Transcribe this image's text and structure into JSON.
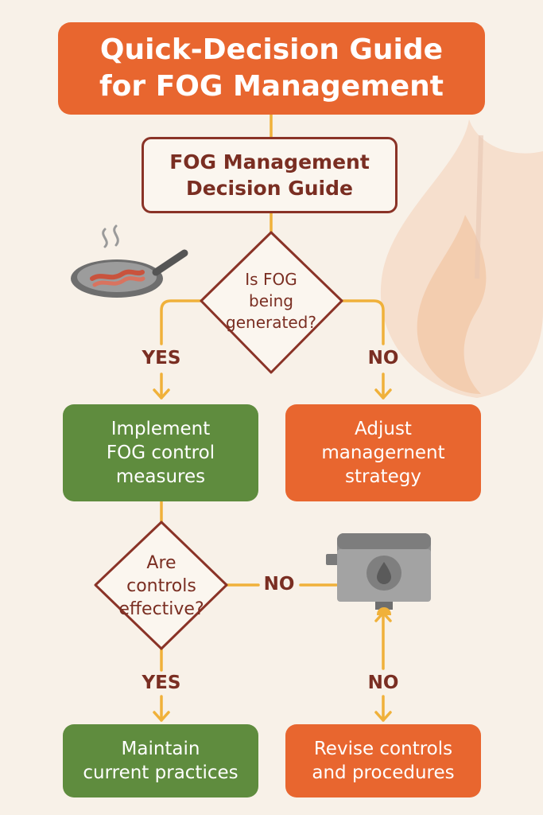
{
  "title": {
    "line1": "Quick-Decision Guide",
    "line2": "for FOG Management"
  },
  "subtitle": {
    "line1": "FOG Management",
    "line2": "Decision Guide"
  },
  "decision1": {
    "line1": "Is FOG",
    "line2": "being",
    "line3": "generated?"
  },
  "decision1_yes": "YES",
  "decision1_no": "NO",
  "implement_box": {
    "line1": "Implement",
    "line2": "FOG control",
    "line3": "measures"
  },
  "adjust_box": {
    "line1": "Adjust",
    "line2": "managernent",
    "line3": "strategy"
  },
  "decision2": {
    "line1": "Are",
    "line2": "controls",
    "line3": "effective?"
  },
  "decision2_no": "NO",
  "decision2_yes": "YES",
  "grease_trap_no": "NO",
  "maintain_box": {
    "line1": "Maintain",
    "line2": "current practices"
  },
  "revise_box": {
    "line1": "Revise controls",
    "line2": "and procedures"
  },
  "icons": {
    "pan": "frying-pan-icon",
    "trap": "grease-trap-icon",
    "flame": "flame-watermark-icon"
  },
  "colors": {
    "orange": "#e8662f",
    "green": "#5f8c3e",
    "maroon": "#7a2e22",
    "line": "#f0b13a",
    "background": "#f8f1e8"
  }
}
